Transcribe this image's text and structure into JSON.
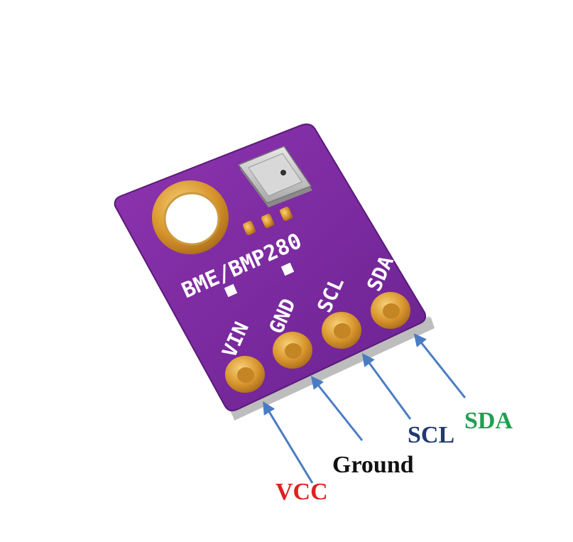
{
  "board": {
    "silkscreen_title": "BME/BMP280",
    "pins": [
      {
        "silk": "VIN",
        "label": "VCC",
        "color": "#e02020"
      },
      {
        "silk": "GND",
        "label": "Ground",
        "color": "#111111"
      },
      {
        "silk": "SCL",
        "label": "SCL",
        "color": "#1f3a6e"
      },
      {
        "silk": "SDA",
        "label": "SDA",
        "color": "#1fa050"
      }
    ]
  },
  "colors": {
    "pcb": "#7a2a9a",
    "pcb_edge": "#5a1a78",
    "gold": "#e0a53a",
    "arrow": "#4a7cc4",
    "silkscreen": "#ffffff"
  }
}
